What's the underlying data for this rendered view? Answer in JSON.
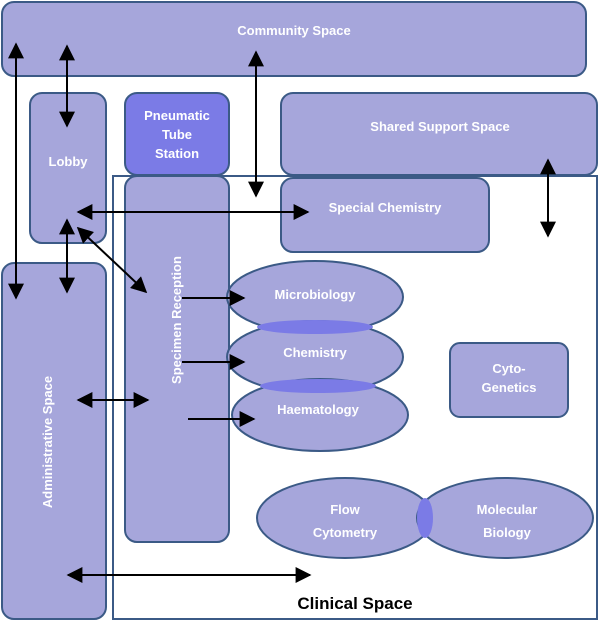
{
  "diagram": {
    "community": "Community Space",
    "shared_support": "Shared Support Space",
    "pneumatic": [
      "Pneumatic",
      "Tube",
      "Station"
    ],
    "lobby": "Lobby",
    "special_chemistry": "Special Chemistry",
    "specimen_reception": "Specimen Reception",
    "administrative": "Administrative Space",
    "microbiology": "Microbiology",
    "chemistry": "Chemistry",
    "haematology": "Haematology",
    "cytogenetics": [
      "Cyto-",
      "Genetics"
    ],
    "flow_cytometry": [
      "Flow",
      "Cytometry"
    ],
    "molecular_biology": [
      "Molecular",
      "Biology"
    ],
    "clinical": "Clinical Space"
  },
  "colors": {
    "fill": "#a6a6db",
    "highlight": "#7b7be6",
    "stroke": "#3b5a86"
  }
}
